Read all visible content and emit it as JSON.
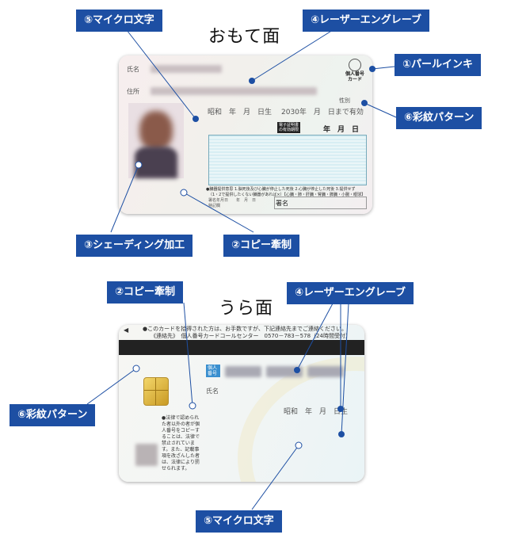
{
  "headings": {
    "front": "おもて面",
    "back": "うら面"
  },
  "front_labels": {
    "micro": "⑤マイクロ文字",
    "laser": "④レーザーエングレーブ",
    "pearl": "①パールインキ",
    "pattern": "⑥彩紋パターン",
    "shading": "③シェーディング加工",
    "copy": "②コピー牽制"
  },
  "back_labels": {
    "copy": "②コピー牽制",
    "laser": "④レーザーエングレーブ",
    "pattern": "⑥彩紋パターン",
    "micro": "⑤マイクロ文字"
  },
  "front_card": {
    "name_label": "氏名",
    "address_label": "住所",
    "sex_label": "性別",
    "birth_text": "昭和　年　月　日生",
    "expiry_text": "2030年　月　日まで有効",
    "e_cert_label": "電子証明書\nの有効期限",
    "date_text": "年　月　日",
    "logo_text": "個人番号\nカード",
    "donor_text": "●臓器提供意思 1.脳死後及び心臓が停止した死後 2.心臓が停止した死後 3.提供せず",
    "donor_text2": "（1・2で提供したくない臓器があれば×）【心臓・肺・肝臓・腎臓・膵臓・小腸・眼球】",
    "special_label": "特記欄",
    "date_label2": "署名年月日　　年　月　日",
    "signature_label": "署名"
  },
  "back_card": {
    "top_note1": "●このカードを拾得された方は、お手数ですが、下記連絡先までご連絡ください。",
    "top_note2": "《連絡先》　個人番号カードコールセンター　0570－783－578（24時間受付）",
    "number_label": "個人番号",
    "name_label": "氏名",
    "birth_text": "昭和　年　月　日生",
    "notice_text": "●法律で認められた者以外の者が個人番号をコピーすることは、法律で禁止されています。また、記載事項を改ざんした者は、法律により罰せられます。"
  }
}
